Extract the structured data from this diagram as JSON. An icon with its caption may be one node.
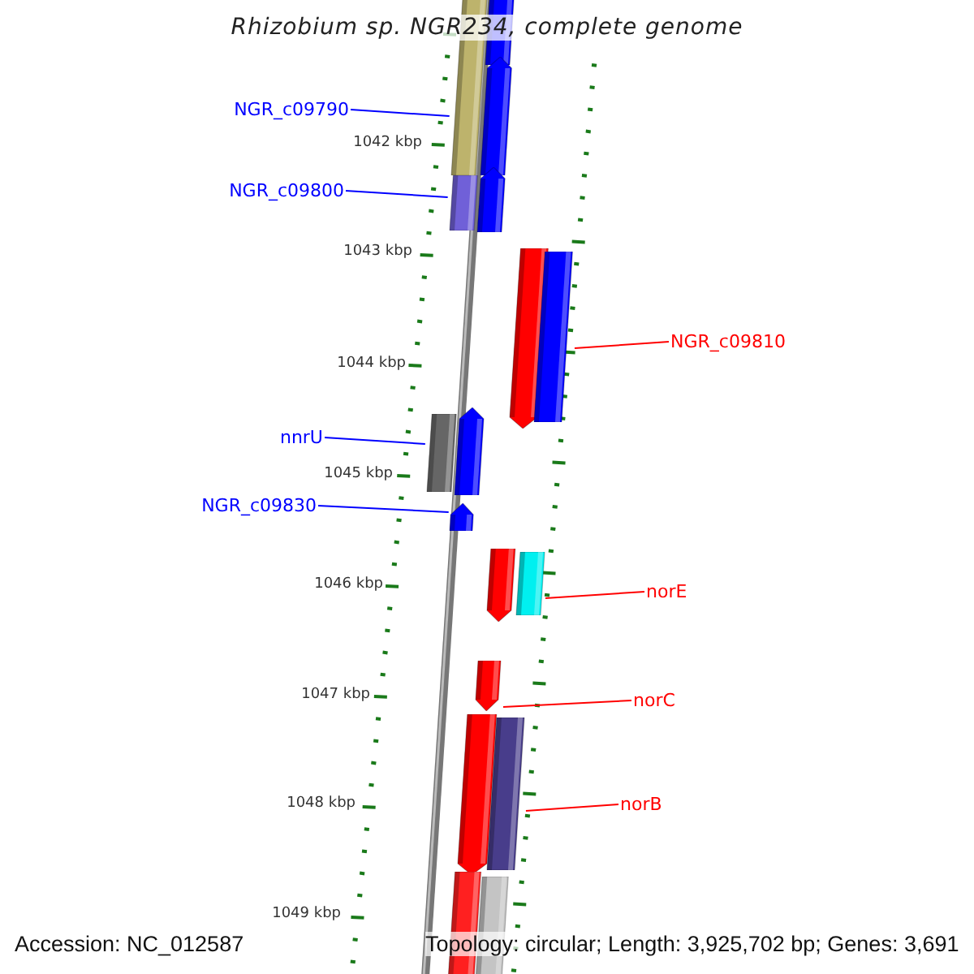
{
  "diagram": {
    "title": "Rhizobium sp. NGR234, complete genome",
    "nodes": [
      {
        "text": [],
        "shape": "bar"
      },
      {
        "text": [],
        "shape": "bar"
      },
      {
        "text": [],
        "shape": "arrow"
      },
      {
        "text": [
          "NGR_c09790"
        ]
      },
      {
        "text": [
          "NGR_c09800"
        ]
      },
      {
        "text": [],
        "shape": "bar"
      },
      {
        "text": [],
        "shape": "arrow"
      },
      {
        "text": [],
        "shape": "arrow"
      },
      {
        "text": [],
        "shape": "bar"
      },
      {
        "text": [
          "NGR_c09810"
        ]
      },
      {
        "text": [
          "nnrU"
        ]
      },
      {
        "text": [],
        "shape": "bar"
      },
      {
        "text": [],
        "shape": "arrow"
      },
      {
        "text": [
          "NGR_c09830"
        ]
      },
      {
        "text": [],
        "shape": "arrow"
      },
      {
        "text": [],
        "shape": "arrow"
      },
      {
        "text": [],
        "shape": "bar"
      },
      {
        "text": [
          "norE"
        ]
      },
      {
        "text": [],
        "shape": "arrow"
      },
      {
        "text": [
          "norC"
        ]
      },
      {
        "text": [],
        "shape": "arrow"
      },
      {
        "text": [],
        "shape": "bar"
      },
      {
        "text": [
          "norB"
        ]
      },
      {
        "text": [],
        "shape": "bar"
      },
      {
        "text": [],
        "shape": "bar"
      }
    ],
    "edges": [
      {
        "from": 3,
        "to": 0,
        "arrow": "none"
      },
      {
        "from": 4,
        "to": 5,
        "arrow": "none"
      },
      {
        "from": 9,
        "to": 8,
        "arrow": "none",
        "color": "#ff0000"
      },
      {
        "from": 10,
        "to": 11,
        "arrow": "none"
      },
      {
        "from": 13,
        "to": 14,
        "arrow": "none"
      },
      {
        "from": 17,
        "to": 16,
        "arrow": "none",
        "color": "#ff0000"
      },
      {
        "from": 19,
        "to": 18,
        "arrow": "none",
        "color": "#ff0000"
      },
      {
        "from": 22,
        "to": 21,
        "arrow": "none",
        "color": "#ff0000"
      }
    ],
    "labels": [
      "1042 kbp",
      "1043 kbp",
      "1044 kbp",
      "1045 kbp",
      "1046 kbp",
      "1047 kbp",
      "1048 kbp",
      "1049 kbp",
      "Accession: NC_012587",
      "Topology: circular; Length: 3,925,702 bp; Genes: 3,691"
    ]
  }
}
